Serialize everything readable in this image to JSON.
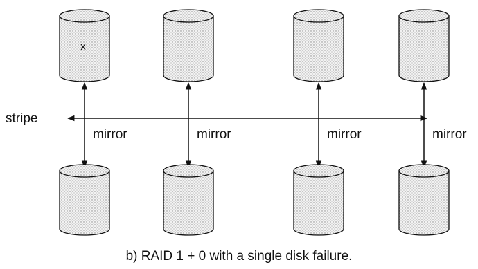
{
  "diagram": {
    "stripe_label": "stripe",
    "mirror_label": "mirror",
    "failure_mark": "x",
    "caption": "b) RAID 1 + 0 with a single disk failure.",
    "disk_pairs": [
      {
        "top_failed": true
      },
      {
        "top_failed": false
      },
      {
        "top_failed": false
      },
      {
        "top_failed": false
      }
    ]
  }
}
